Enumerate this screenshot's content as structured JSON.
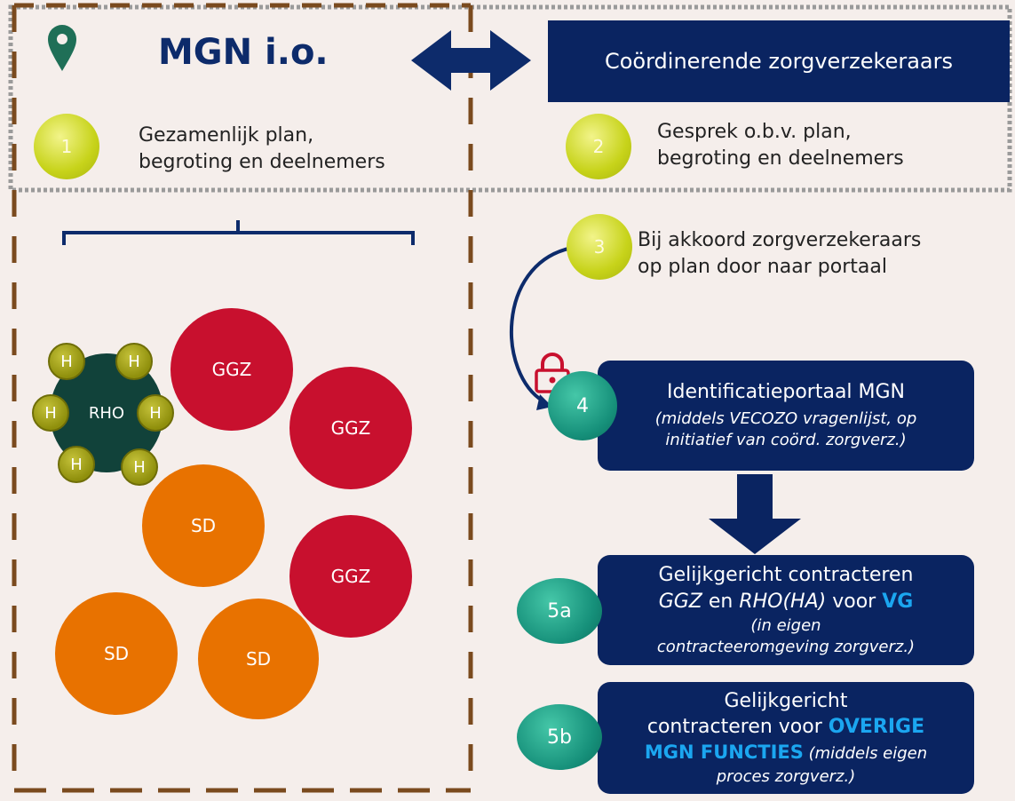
{
  "header": {
    "title": "MGN i.o.",
    "partner_box": "Coördinerende zorgverzekeraars"
  },
  "steps": {
    "s1": {
      "num": "1",
      "line1": "Gezamenlijk plan,",
      "line2": "begroting en deelnemers"
    },
    "s2": {
      "num": "2",
      "line1": "Gesprek o.b.v. plan,",
      "line2": "begroting en deelnemers"
    },
    "s3": {
      "num": "3",
      "line1": "Bij akkoord zorgverzekeraars",
      "line2": "op plan door naar portaal"
    },
    "s4": {
      "num": "4",
      "title": "Identificatieportaal MGN",
      "sub1": "(middels VECOZO vragenlijst, op",
      "sub2": "initiatief van coörd. zorgverz.)"
    },
    "s5a": {
      "num": "5a",
      "line1": "Gelijkgericht contracteren",
      "l2_a": "GGZ",
      "l2_b": " en ",
      "l2_c": "RHO(HA)",
      "l2_d": " voor ",
      "l2_e": "VG",
      "sub1": "(in eigen",
      "sub2": "contracteeromgeving zorgverz.)"
    },
    "s5b": {
      "num": "5b",
      "line1": "Gelijkgericht",
      "l2_a": "contracteren voor ",
      "l2_b": "OVERIGE",
      "l3_a": "MGN FUNCTIES",
      "l3_b": " (middels eigen",
      "sub2": "proces zorgverz.)"
    }
  },
  "network": {
    "rho": "RHO",
    "h": "H",
    "ggz": "GGZ",
    "sd": "SD"
  },
  "colors": {
    "navy": "#0a2461",
    "highlight": "#1ba6f0",
    "ggz": "#c8102e",
    "sd": "#e87200",
    "rho": "#11423a"
  },
  "icons": [
    "location-pin-icon",
    "double-arrow-icon",
    "lock-icon",
    "down-arrow-icon",
    "curved-arrow-icon"
  ]
}
